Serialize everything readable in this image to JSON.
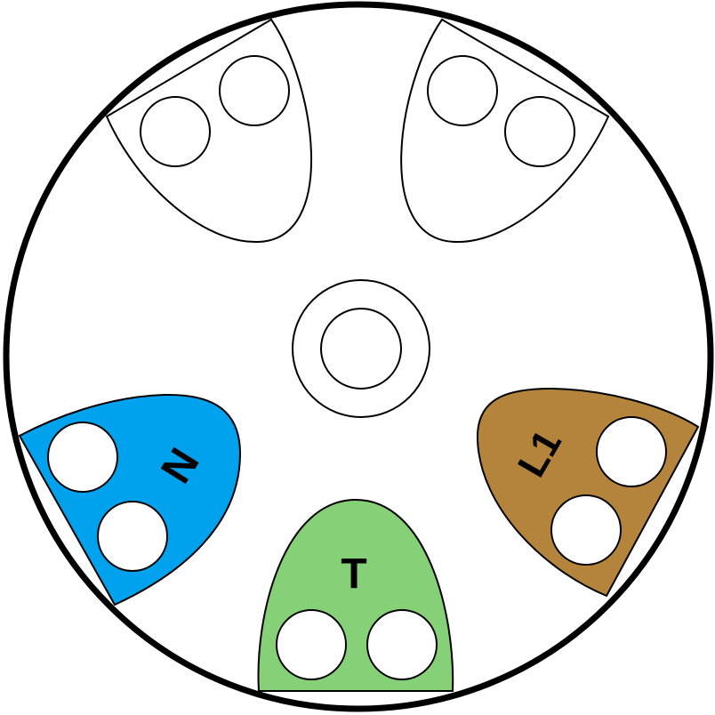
{
  "colors": {
    "outline": "#000000",
    "background": "#ffffff",
    "neutral": "#00a2ed",
    "earth": "#86d177",
    "live": "#b5843c"
  },
  "labels": {
    "neutral": "N",
    "earth": "T",
    "live": "L1"
  }
}
